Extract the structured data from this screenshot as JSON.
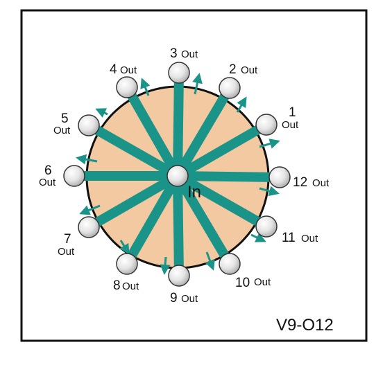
{
  "diagram": {
    "center_label": "In",
    "model_label": "V9-O12",
    "out_word": "Out",
    "colors": {
      "disc_fill": "#f2c9a0",
      "channel": "#1a9488",
      "arrow": "#1a9488",
      "outline": "#111111",
      "frame": "#111111"
    },
    "ports": [
      {
        "id": 1,
        "num": "1"
      },
      {
        "id": 2,
        "num": "2"
      },
      {
        "id": 3,
        "num": "3"
      },
      {
        "id": 4,
        "num": "4"
      },
      {
        "id": 5,
        "num": "5"
      },
      {
        "id": 6,
        "num": "6"
      },
      {
        "id": 7,
        "num": "7"
      },
      {
        "id": 8,
        "num": "8"
      },
      {
        "id": 9,
        "num": "9"
      },
      {
        "id": 10,
        "num": "10"
      },
      {
        "id": 11,
        "num": "11"
      },
      {
        "id": 12,
        "num": "12"
      }
    ]
  }
}
